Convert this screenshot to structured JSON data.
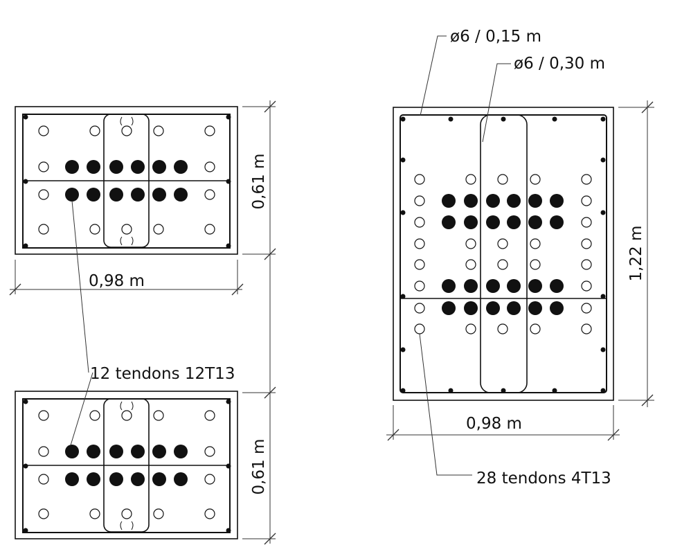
{
  "labels": {
    "stirrup_outer": "ø6 / 0,15 m",
    "stirrup_inner": "ø6 / 0,30 m",
    "tendons_small": "12 tendons 12T13",
    "tendons_large": "28 tendons 4T13"
  },
  "dimensions": {
    "small_top_width": "0,98 m",
    "small_top_height": "0,61 m",
    "small_bottom_height": "0,61 m",
    "large_width": "0,98 m",
    "large_height": "1,22 m"
  },
  "colors": {
    "line": "#111111",
    "background": "#ffffff"
  }
}
